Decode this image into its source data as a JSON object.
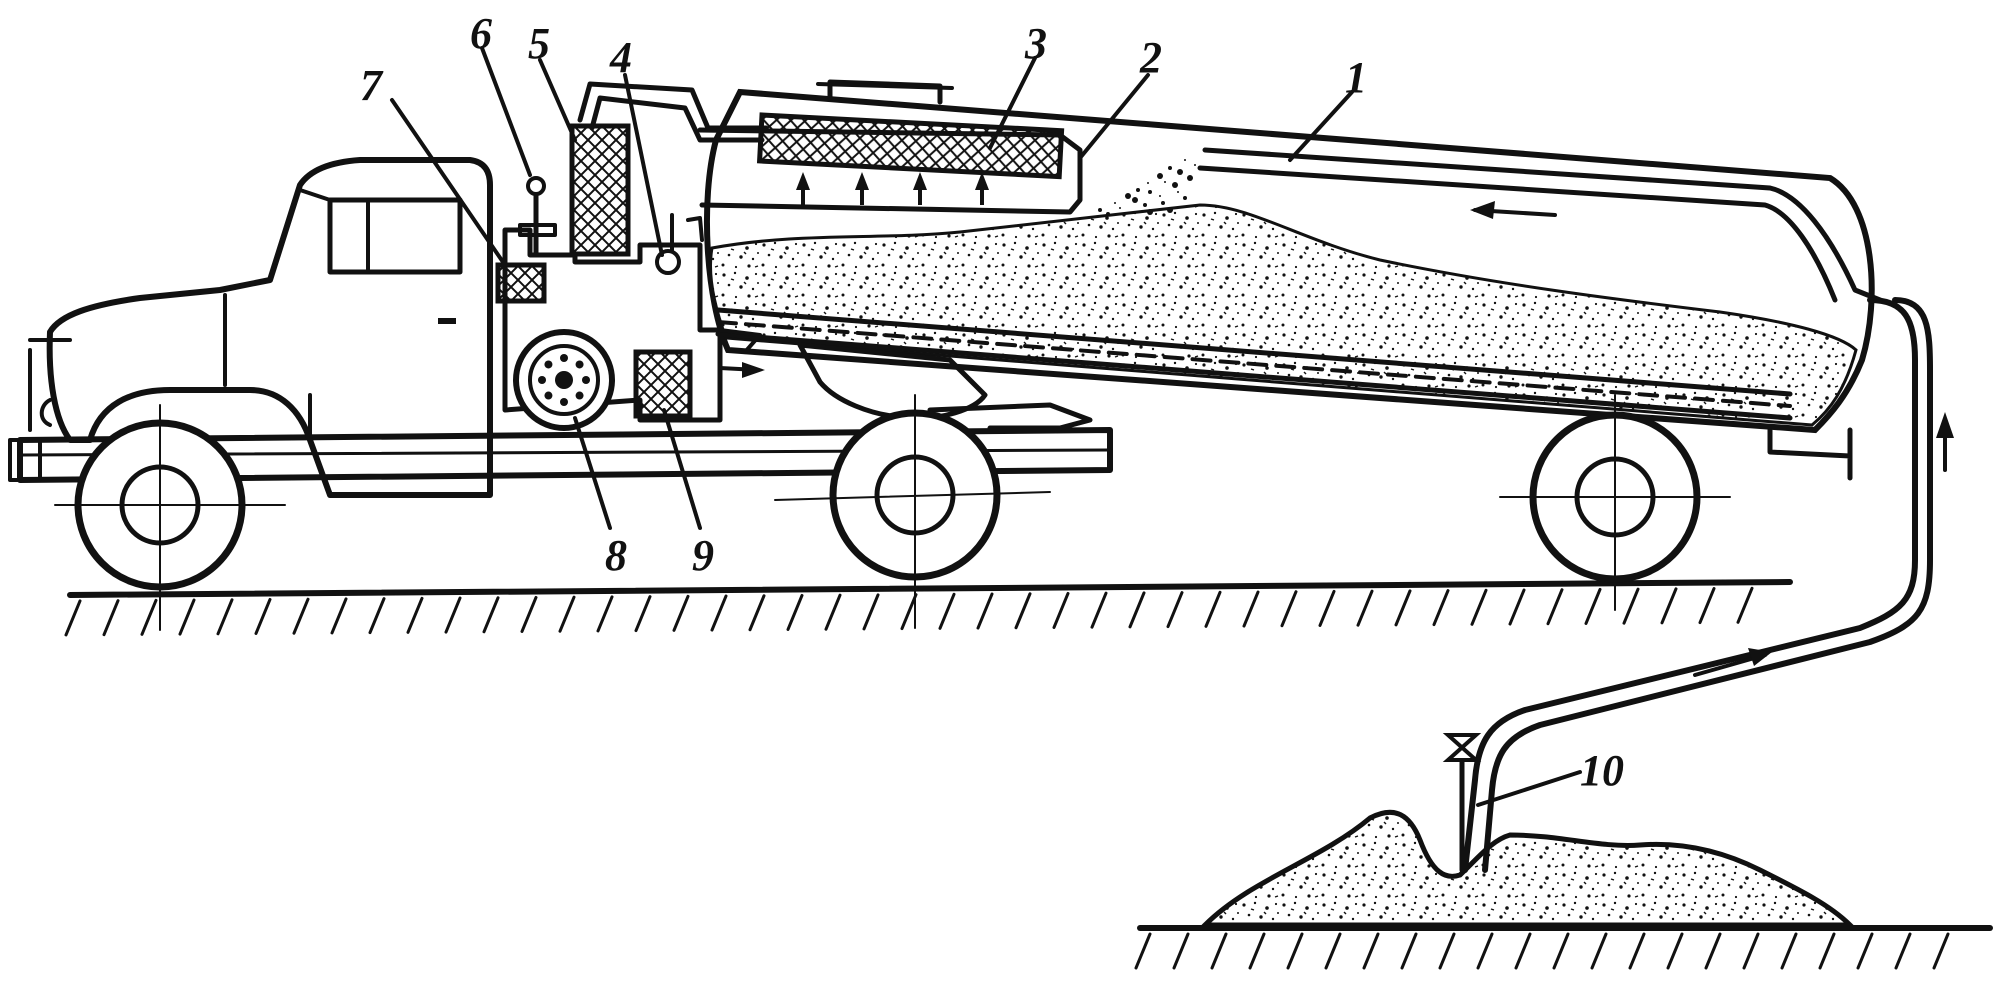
{
  "diagram": {
    "callouts": {
      "c1": "1",
      "c2": "2",
      "c3": "3",
      "c4": "4",
      "c5": "5",
      "c6": "6",
      "c7": "7",
      "c8": "8",
      "c9": "9",
      "c10": "10"
    },
    "colors": {
      "ink": "#111111",
      "paper": "#ffffff"
    }
  }
}
